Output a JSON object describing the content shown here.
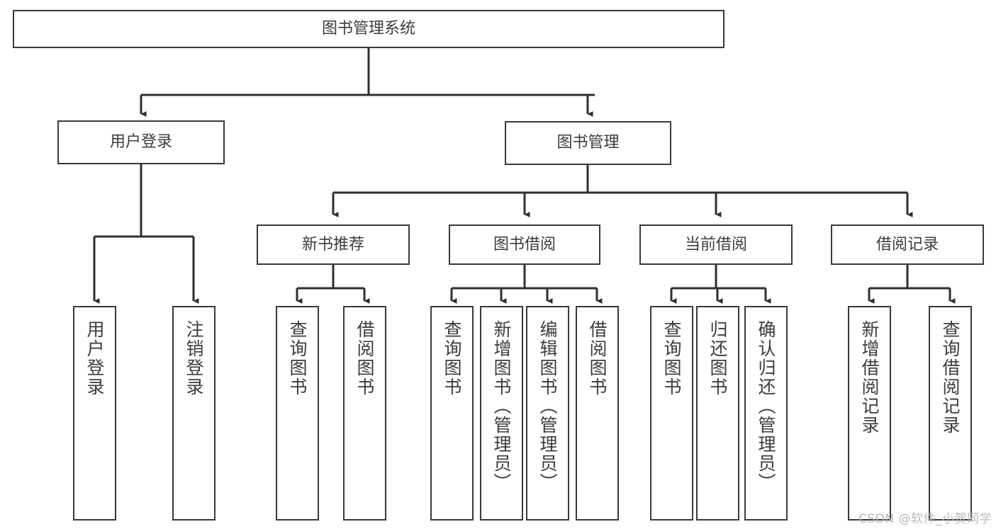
{
  "diagram": {
    "type": "hierarchy-tree",
    "title": "图书管理系统",
    "root": {
      "id": "root",
      "label": "图书管理系统"
    },
    "level2": [
      {
        "id": "user-login",
        "label": "用户登录"
      },
      {
        "id": "book-manage",
        "label": "图书管理"
      }
    ],
    "level3": [
      {
        "id": "new-book-rec",
        "label": "新书推荐"
      },
      {
        "id": "book-borrow",
        "label": "图书借阅"
      },
      {
        "id": "current-borrow",
        "label": "当前借阅"
      },
      {
        "id": "borrow-record",
        "label": "借阅记录"
      }
    ],
    "leaves": {
      "user_login": [
        {
          "id": "leaf-user-login",
          "label": "用户登录"
        },
        {
          "id": "leaf-logout-login",
          "label": "注销登录"
        }
      ],
      "new_book_rec": [
        {
          "id": "leaf-query-book-1",
          "label": "查询图书"
        },
        {
          "id": "leaf-borrow-book-1",
          "label": "借阅图书"
        }
      ],
      "book_borrow": [
        {
          "id": "leaf-query-book-2",
          "label": "查询图书"
        },
        {
          "id": "leaf-add-book",
          "label": "新增图书（管理员）"
        },
        {
          "id": "leaf-edit-book",
          "label": "编辑图书（管理员）"
        },
        {
          "id": "leaf-borrow-book-2",
          "label": "借阅图书"
        }
      ],
      "current_borrow": [
        {
          "id": "leaf-query-book-3",
          "label": "查询图书"
        },
        {
          "id": "leaf-return-book",
          "label": "归还图书"
        },
        {
          "id": "leaf-confirm-return",
          "label": "确认归还（管理员）"
        }
      ],
      "borrow_record": [
        {
          "id": "leaf-add-record",
          "label": "新增借阅记录"
        },
        {
          "id": "leaf-query-record",
          "label": "查询借阅记录"
        }
      ]
    }
  },
  "watermark": {
    "text": "CSDN @软件_小贺同学"
  },
  "colors": {
    "border": "#3a3a3a",
    "text": "#3c3c3c",
    "background": "#ffffff",
    "connector": "#2f2f2f",
    "watermark": "#b9b9b9"
  }
}
